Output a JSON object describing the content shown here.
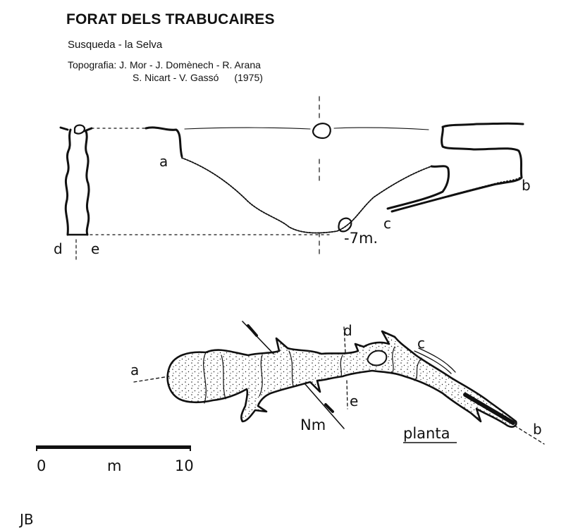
{
  "header": {
    "title": "FORAT DELS TRABUCAIRES",
    "location": "Susqueda - la Selva",
    "credits_line1": "Topografia: J. Mor - J. Domènech - R. Arana",
    "credits_line2": "S. Nicart - V. Gassó",
    "year": "(1975)"
  },
  "section": {
    "labels": {
      "a": "a",
      "b": "b",
      "c": "c",
      "d": "d",
      "e": "e"
    },
    "depth": "-7m."
  },
  "plan": {
    "labels": {
      "a": "a",
      "b": "b",
      "c": "c",
      "d": "d",
      "e": "e"
    },
    "north": "Nm",
    "caption": "planta"
  },
  "scale": {
    "start": "0",
    "unit": "m",
    "end": "10"
  },
  "signature": "JB",
  "colors": {
    "ink": "#111111",
    "paper": "#ffffff"
  }
}
